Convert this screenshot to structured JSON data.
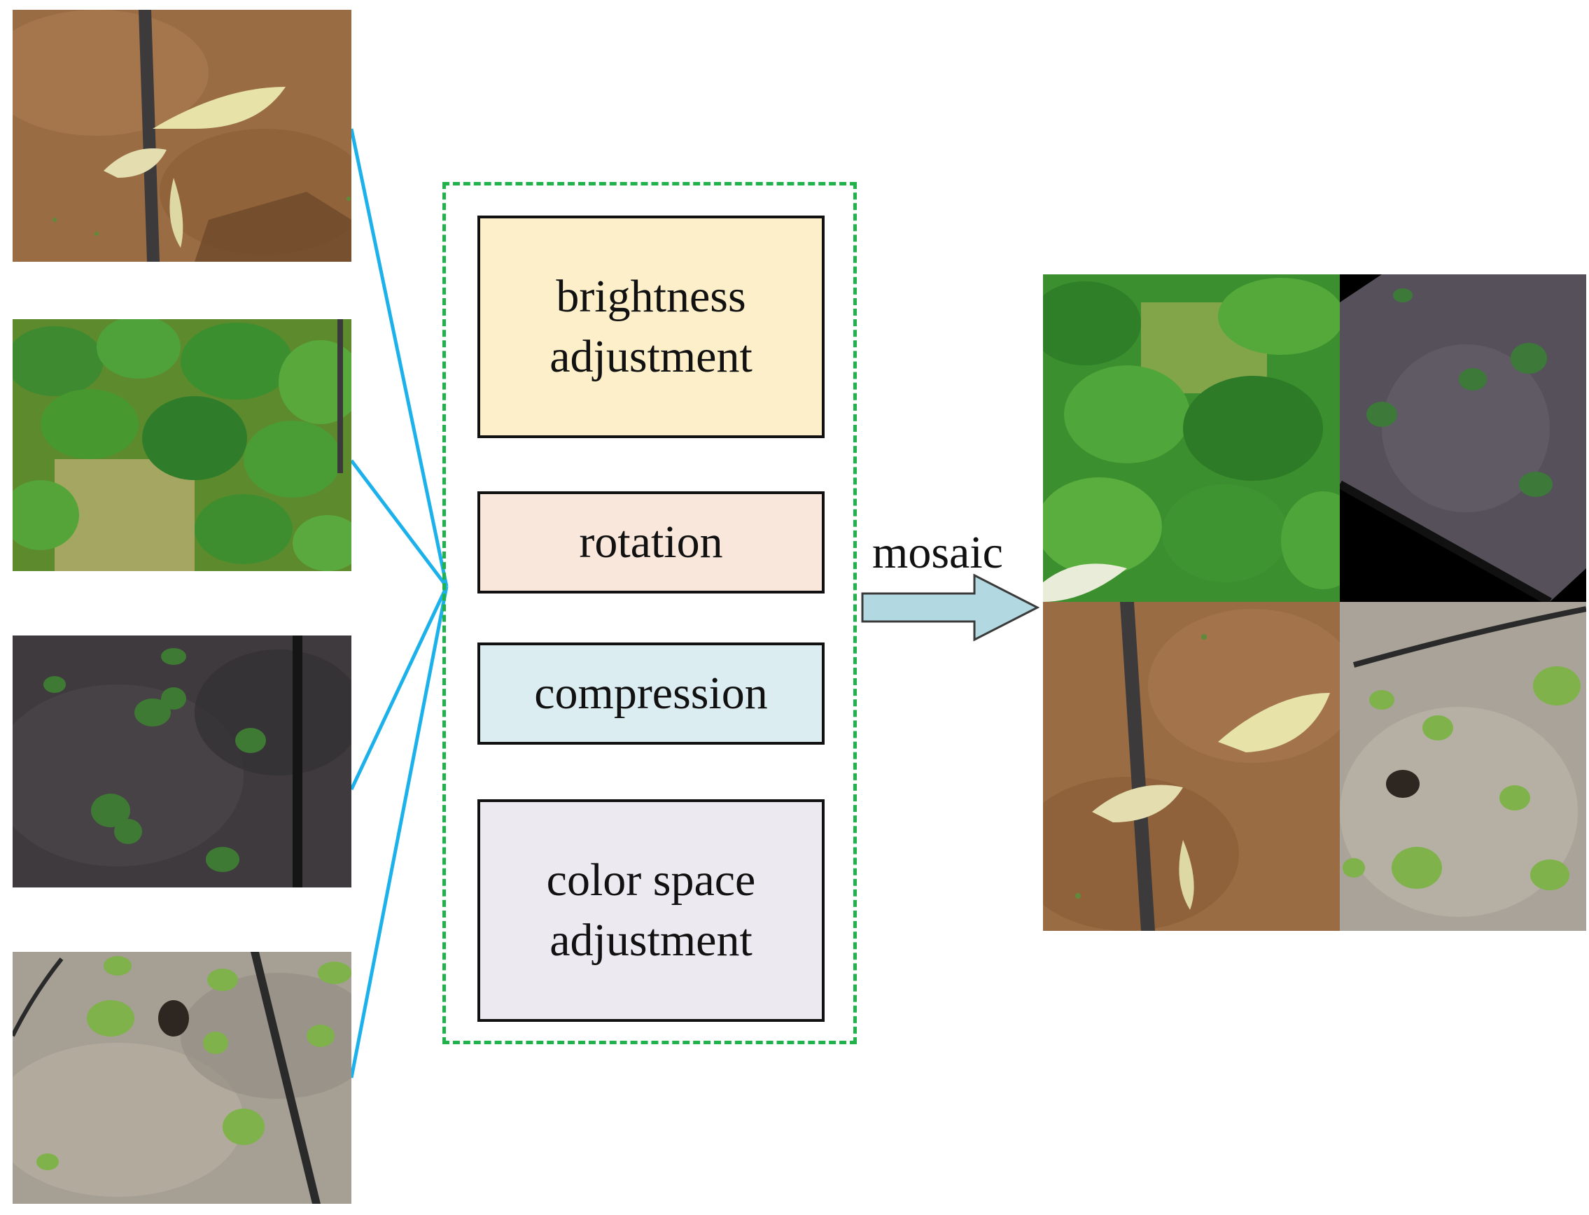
{
  "boxes": {
    "brightness": {
      "label": "brightness\nadjustment",
      "color": "#fcefc9"
    },
    "rotation": {
      "label": "rotation",
      "color": "#f9e7db"
    },
    "compression": {
      "label": "compression",
      "color": "#dcedf1"
    },
    "color_space": {
      "label": "color space\nadjustment",
      "color": "#ece9f0"
    }
  },
  "arrow": {
    "label": "mosaic",
    "color": "#b2d9e2"
  },
  "colors": {
    "connector": "#1cb1ea",
    "dashed_border": "#22b24c"
  },
  "input_images": [
    {
      "name": "seedling-on-brown-soil-photo"
    },
    {
      "name": "dense-green-plants-photo"
    },
    {
      "name": "seedlings-on-dark-soil-photo"
    },
    {
      "name": "seedlings-on-gray-soil-photo"
    }
  ],
  "mosaic_tiles": [
    {
      "name": "mosaic-tile-green-plants"
    },
    {
      "name": "mosaic-tile-rotated-dark-soil"
    },
    {
      "name": "mosaic-tile-brown-soil-seedling"
    },
    {
      "name": "mosaic-tile-gray-soil-seedlings"
    }
  ]
}
